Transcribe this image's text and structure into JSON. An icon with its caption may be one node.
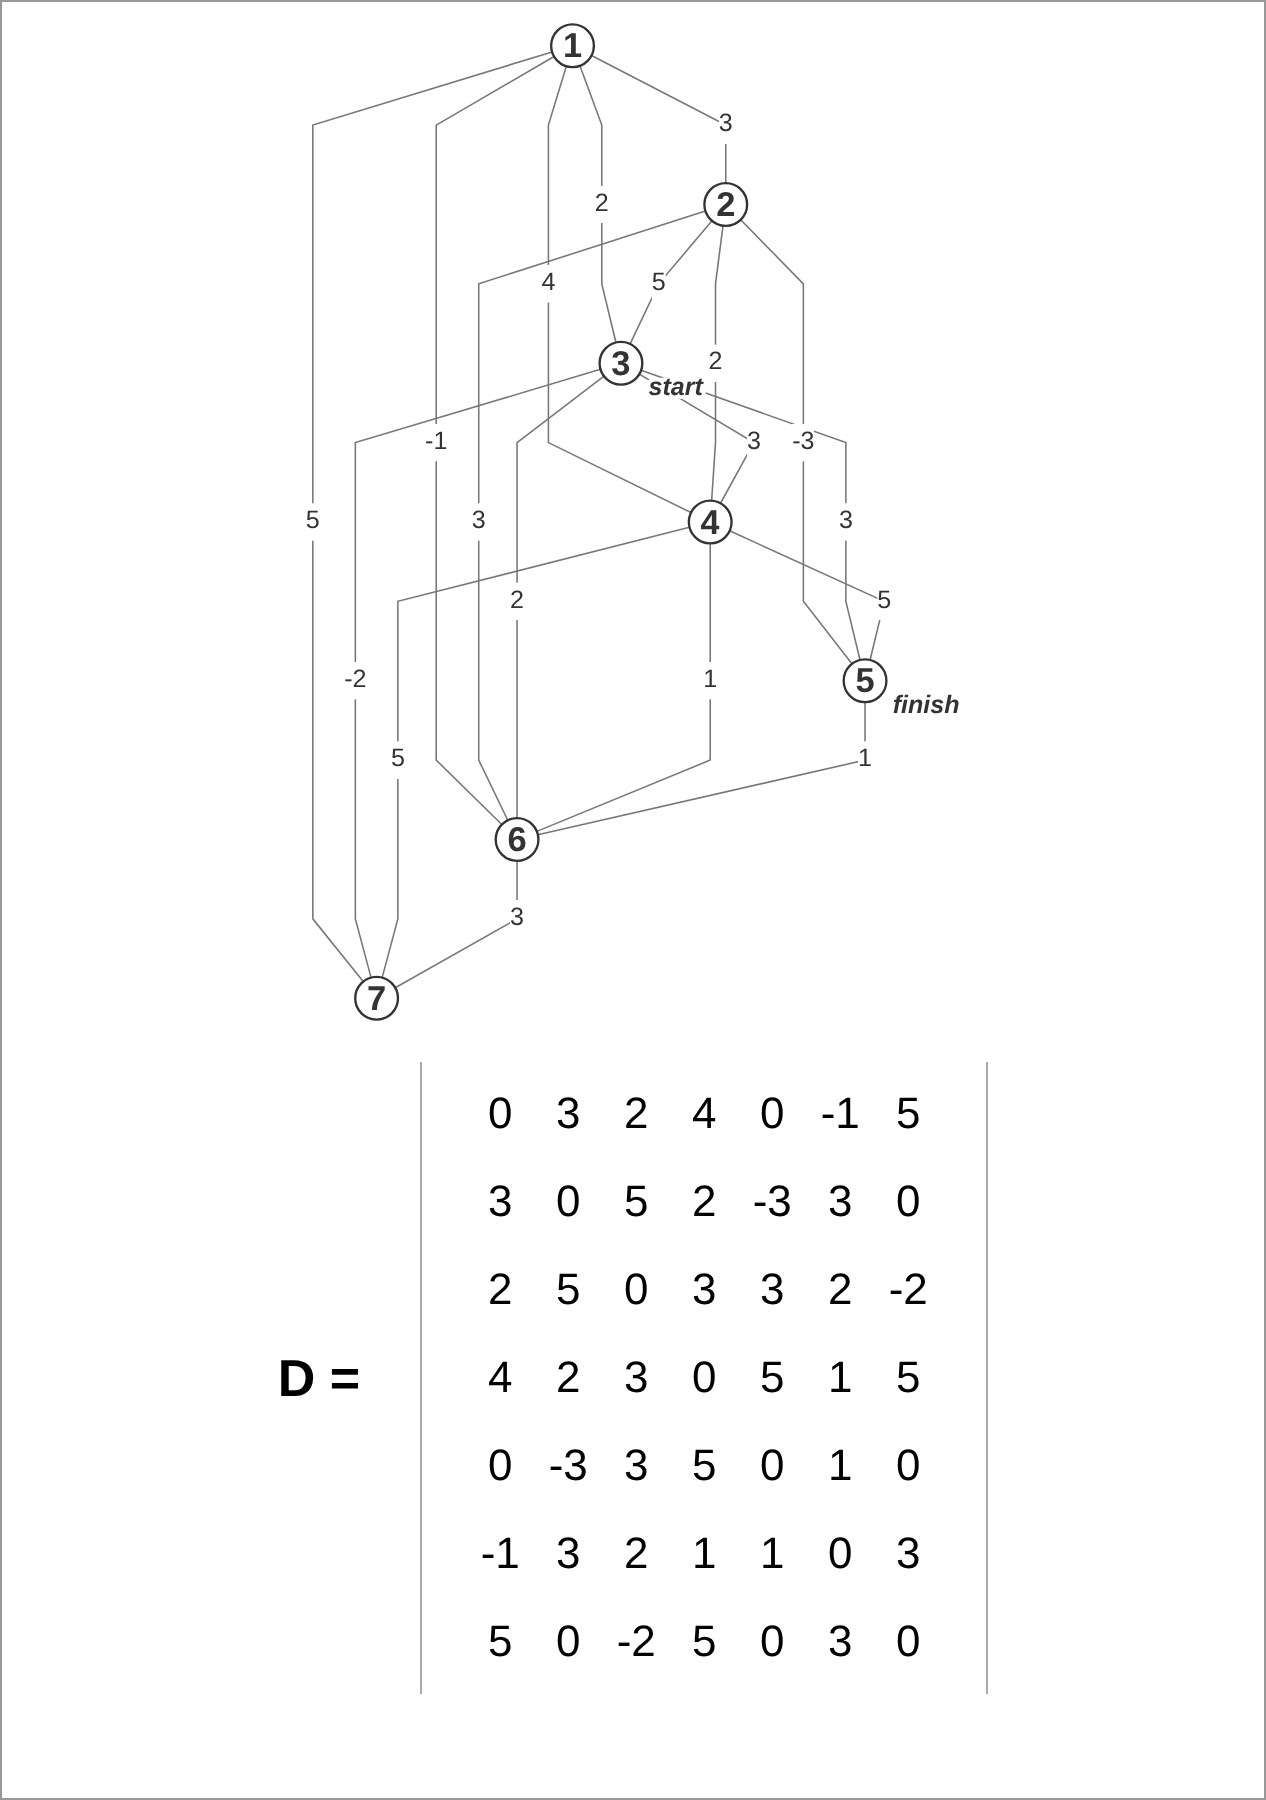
{
  "diagram": {
    "nodes": [
      {
        "text": [
          "1"
        ]
      },
      {
        "text": [
          "2"
        ]
      },
      {
        "text": [
          "3"
        ],
        "beside": [
          "start"
        ]
      },
      {
        "text": [
          "4"
        ]
      },
      {
        "text": [
          "5"
        ],
        "beside": [
          "finish"
        ]
      },
      {
        "text": [
          "6"
        ]
      },
      {
        "text": [
          "7"
        ]
      }
    ],
    "edges": [
      {
        "from": 0,
        "to": 1,
        "arrow": "none",
        "label": "3"
      },
      {
        "from": 0,
        "to": 2,
        "arrow": "none",
        "label": "2"
      },
      {
        "from": 0,
        "to": 3,
        "arrow": "none",
        "label": "4"
      },
      {
        "from": 0,
        "to": 5,
        "arrow": "none",
        "label": "-1"
      },
      {
        "from": 0,
        "to": 6,
        "arrow": "none",
        "label": "5"
      },
      {
        "from": 1,
        "to": 2,
        "arrow": "none",
        "label": "5"
      },
      {
        "from": 1,
        "to": 3,
        "arrow": "none",
        "label": "2"
      },
      {
        "from": 1,
        "to": 4,
        "arrow": "none",
        "label": "-3"
      },
      {
        "from": 1,
        "to": 5,
        "arrow": "none",
        "label": "3"
      },
      {
        "from": 2,
        "to": 3,
        "arrow": "none",
        "label": "3"
      },
      {
        "from": 2,
        "to": 4,
        "arrow": "none",
        "label": "3"
      },
      {
        "from": 2,
        "to": 5,
        "arrow": "none",
        "label": "2"
      },
      {
        "from": 2,
        "to": 6,
        "arrow": "none",
        "label": "-2"
      },
      {
        "from": 3,
        "to": 4,
        "arrow": "none",
        "label": "5"
      },
      {
        "from": 3,
        "to": 5,
        "arrow": "none",
        "label": "1"
      },
      {
        "from": 3,
        "to": 6,
        "arrow": "none",
        "label": "5"
      },
      {
        "from": 4,
        "to": 5,
        "arrow": "none",
        "label": "1"
      },
      {
        "from": 5,
        "to": 6,
        "arrow": "none",
        "label": "3"
      }
    ],
    "labels": [
      "D =",
      "0",
      "3",
      "2",
      "4",
      "0",
      "-1",
      "5",
      "3",
      "0",
      "5",
      "2",
      "-3",
      "3",
      "0",
      "2",
      "5",
      "0",
      "3",
      "3",
      "2",
      "-2",
      "4",
      "2",
      "3",
      "0",
      "5",
      "1",
      "5",
      "0",
      "-3",
      "3",
      "5",
      "0",
      "1",
      "0",
      "-1",
      "3",
      "2",
      "1",
      "1",
      "0",
      "3",
      "5",
      "0",
      "-2",
      "5",
      "0",
      "3",
      "0"
    ]
  }
}
